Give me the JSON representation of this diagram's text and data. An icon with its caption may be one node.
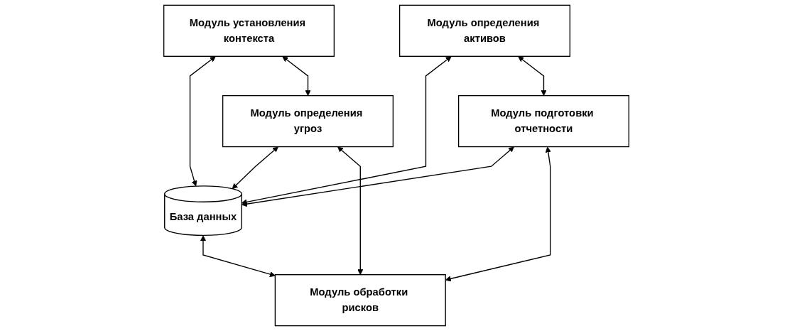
{
  "diagram": {
    "nodes": [
      {
        "text": [
          "Модуль установления контекста"
        ]
      },
      {
        "text": [
          "База данных"
        ]
      },
      {
        "text": [
          "Модуль определения активов"
        ]
      },
      {
        "text": [
          "Модуль определения угроз"
        ]
      },
      {
        "text": [
          "Модуль подготовки отчетности"
        ]
      },
      {
        "text": [
          "Модуль обработки рисков"
        ]
      }
    ],
    "edges": [
      {
        "from": 0,
        "to": 1,
        "arrow": "both"
      },
      {
        "from": 3,
        "to": 1,
        "arrow": "both"
      },
      {
        "from": 2,
        "to": 1,
        "arrow": "both"
      },
      {
        "from": 4,
        "to": 1,
        "arrow": "both"
      },
      {
        "from": 0,
        "to": 3,
        "arrow": "both"
      },
      {
        "from": 2,
        "to": 4,
        "arrow": "both"
      },
      {
        "from": 1,
        "to": 5,
        "arrow": "both"
      },
      {
        "from": 3,
        "to": 5,
        "arrow": "both"
      },
      {
        "from": 4,
        "to": 5,
        "arrow": "both"
      }
    ]
  }
}
